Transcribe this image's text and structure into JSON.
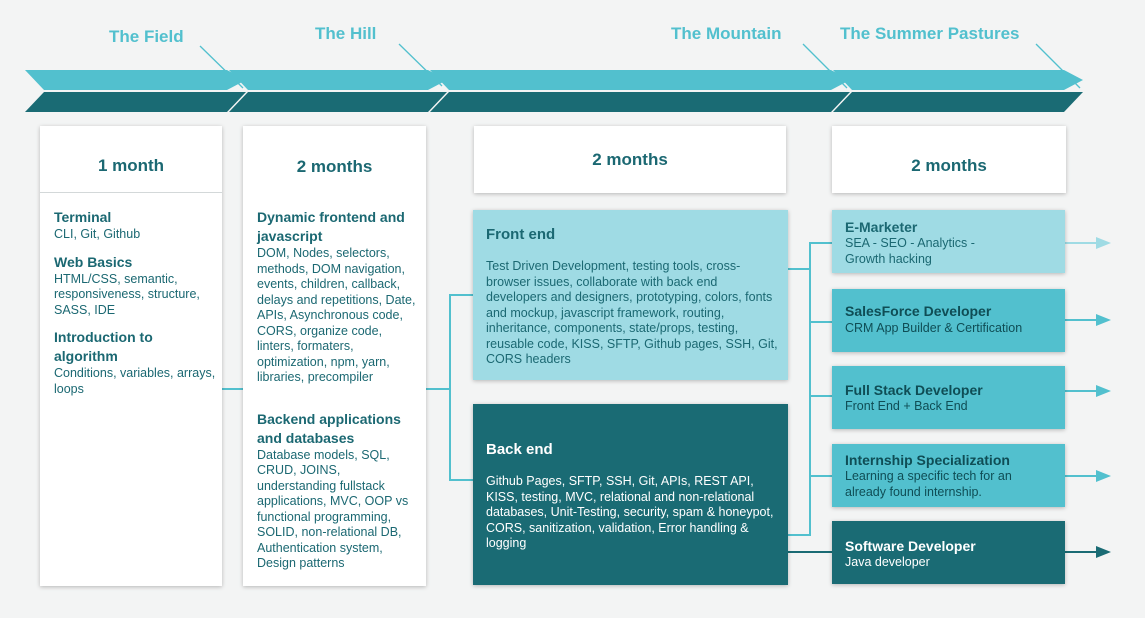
{
  "stages": [
    "The Field",
    "The Hill",
    "The Mountain",
    "The Summer Pastures"
  ],
  "colors": {
    "arrow_light": "#52c0ce",
    "arrow_dark": "#1a6b74",
    "frontend_bg": "#9fdbe4",
    "backend_bg": "#1a6b74",
    "role_light": "#9fdbe4",
    "role_mid": "#52c0ce",
    "role_dark": "#1a6b74",
    "text_teal": "#1b6872"
  },
  "col1": {
    "duration": "1 month",
    "sections": [
      {
        "title": "Terminal",
        "body": "CLI, Git, Github"
      },
      {
        "title": "Web Basics",
        "body": "HTML/CSS, semantic, responsiveness, structure, SASS, IDE"
      },
      {
        "title": "Introduction to algorithm",
        "body": "Conditions, variables, arrays, loops"
      }
    ]
  },
  "col2": {
    "duration": "2 months",
    "sections": [
      {
        "title": "Dynamic frontend and javascript",
        "body": "DOM, Nodes, selectors, methods, DOM navigation, events, children, callback, delays and repetitions, Date, APIs, Asynchronous code, CORS, organize code, linters, formaters, optimization, npm, yarn, libraries, precompiler"
      },
      {
        "title": "Backend applications and databases",
        "body": "Database models, SQL, CRUD, JOINS, understanding fullstack applications, MVC, OOP vs functional programming, SOLID, non-relational DB, Authentication system, Design patterns"
      }
    ]
  },
  "col3": {
    "duration": "2 months",
    "frontend": {
      "title": "Front end",
      "body": "Test Driven Development, testing tools, cross-browser issues, collaborate with back end developers and designers, prototyping, colors, fonts and mockup, javascript framework, routing, inheritance, components, state/props, testing, reusable code, KISS, SFTP, Github pages, SSH, Git, CORS headers"
    },
    "backend": {
      "title": "Back end",
      "body": "Github Pages, SFTP, SSH, Git, APIs, REST API, KISS, testing, MVC, relational and non-relational databases, Unit-Testing, security, spam & honeypot, CORS, sanitization, validation, Error handling & logging"
    }
  },
  "col4": {
    "duration": "2 months",
    "roles": [
      {
        "title": "E-Marketer",
        "subtitle": "SEA - SEO - Analytics - Growth hacking",
        "shade": "light"
      },
      {
        "title": "SalesForce Developer",
        "subtitle": "CRM App Builder & Certification",
        "shade": "mid"
      },
      {
        "title": "Full Stack Developer",
        "subtitle": "Front End + Back End",
        "shade": "mid"
      },
      {
        "title": "Internship Specialization",
        "subtitle": "Learning a specific tech for an already found internship.",
        "shade": "mid"
      },
      {
        "title": "Software Developer",
        "subtitle": "Java developer",
        "shade": "dark"
      }
    ]
  }
}
